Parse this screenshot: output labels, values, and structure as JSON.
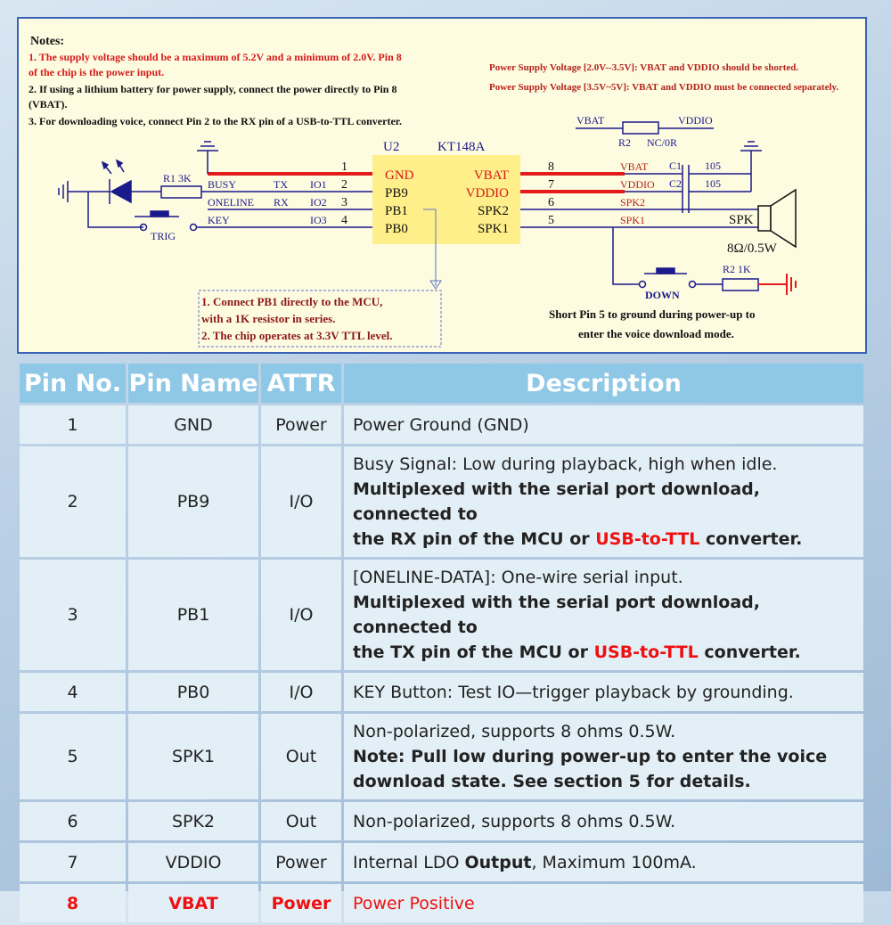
{
  "notes": {
    "title": "Notes:",
    "line1a": "1. The supply voltage should be a maximum of 5.2V and a minimum of 2.0V. Pin 8",
    "line1b": "of the chip is the power input.",
    "line2a": "2. If using a lithium battery for power supply, connect the power directly to Pin 8",
    "line2b": "(VBAT).",
    "line3": "3. For downloading voice, connect Pin 2 to the RX pin of a USB-to-TTL converter.",
    "supply1": "Power Supply Voltage [2.0V--3.5V]: VBAT and VDDIO should be shorted.",
    "supply2": "Power Supply Voltage [3.5V~5V]: VBAT and VDDIO must be connected separately."
  },
  "schematic": {
    "chip_ref": "U2",
    "chip_name": "KT148A",
    "left_pins": [
      {
        "num": "1",
        "name": "GND",
        "signal": "",
        "io": ""
      },
      {
        "num": "2",
        "name": "PB9",
        "signal": "BUSY",
        "txrx": "TX",
        "io": "IO1"
      },
      {
        "num": "3",
        "name": "PB1",
        "signal": "ONELINE",
        "txrx": "RX",
        "io": "IO2"
      },
      {
        "num": "4",
        "name": "PB0",
        "signal": "KEY",
        "txrx": "",
        "io": "IO3"
      }
    ],
    "right_pins": [
      {
        "num": "8",
        "name": "VBAT",
        "net": "VBAT"
      },
      {
        "num": "7",
        "name": "VDDIO",
        "net": "VDDIO"
      },
      {
        "num": "6",
        "name": "SPK2",
        "net": "SPK2"
      },
      {
        "num": "5",
        "name": "SPK1",
        "net": "SPK1"
      }
    ],
    "r1": "R1 3K",
    "trig": "TRIG",
    "r2_top_a": "VBAT",
    "r2_top_b": "VDDIO",
    "r2_top_label": "R2",
    "r2_top_value": "NC/0R",
    "c1": "C1",
    "c2": "C2",
    "c1_val": "105",
    "c2_val": "105",
    "spk": "SPK",
    "spk_rating": "8Ω/0.5W",
    "down": "DOWN",
    "r2_bottom": "R2 1K",
    "pb1_note1": "1. Connect PB1 directly to the MCU,",
    "pb1_note2": "with a 1K resistor in series.",
    "pb1_note3": "2. The chip operates at 3.3V TTL level.",
    "down_note1": "Short Pin 5 to ground during power-up to",
    "down_note2": "enter the voice download mode."
  },
  "table": {
    "headers": [
      "Pin No.",
      "Pin Name",
      "ATTR",
      "Description"
    ],
    "rows": [
      {
        "no": "1",
        "name": "GND",
        "attr": "Power",
        "d1": "Power Ground (GND)"
      },
      {
        "no": "2",
        "name": "PB9",
        "attr": "I/O",
        "d1": "Busy Signal: Low during playback, high when idle.",
        "d2": "Multiplexed with the serial port download, connected to",
        "d3a": "the RX pin of the MCU or ",
        "d3red": "USB-to-TTL",
        "d3b": " converter."
      },
      {
        "no": "3",
        "name": "PB1",
        "attr": "I/O",
        "d1": "[ONELINE-DATA]: One-wire serial input.",
        "d2": "Multiplexed with the serial port download, connected to",
        "d3a": "the TX pin of the MCU or ",
        "d3red": "USB-to-TTL",
        "d3b": " converter."
      },
      {
        "no": "4",
        "name": "PB0",
        "attr": "I/O",
        "d1": "KEY Button: Test IO—trigger playback by grounding."
      },
      {
        "no": "5",
        "name": "SPK1",
        "attr": "Out",
        "d1": "Non-polarized, supports 8 ohms 0.5W.",
        "d2": "Note: Pull low during power-up to enter the voice",
        "d3": "download state. See section 5 for details."
      },
      {
        "no": "6",
        "name": "SPK2",
        "attr": "Out",
        "d1": "Non-polarized, supports 8 ohms 0.5W."
      },
      {
        "no": "7",
        "name": "VDDIO",
        "attr": "Power",
        "d1a": "Internal LDO ",
        "d1b": "Output",
        "d1c": ", Maximum 100mA."
      },
      {
        "no": "8",
        "name": "VBAT",
        "attr": "Power",
        "d1": "Power Positive"
      }
    ]
  },
  "colors": {
    "wire": "#1a1a8c",
    "power_wire": "#e31b1b",
    "chip_fill": "#ffef8a",
    "header_bg": "#8ec8e6",
    "cell_bg": "#e3eff6",
    "highlight": "#ee1111",
    "note_text": "#8b1a1a"
  }
}
